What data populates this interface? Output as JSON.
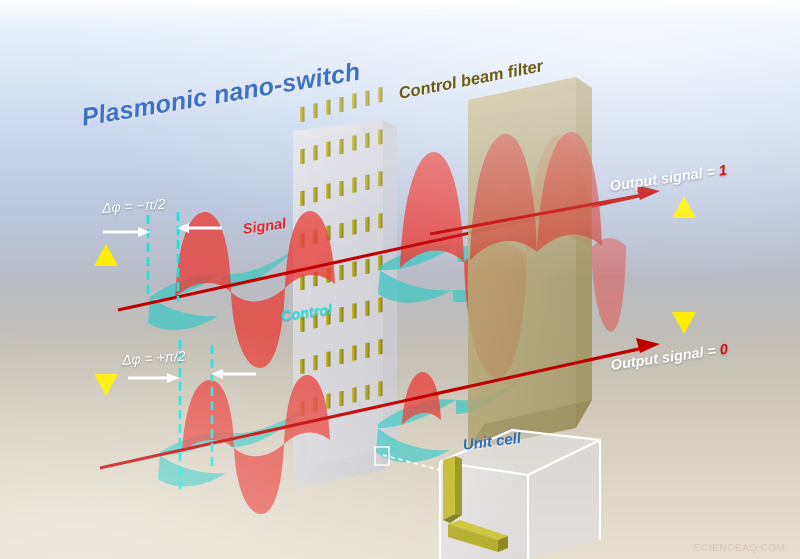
{
  "figure": {
    "title": "Plasmonic nano-switch",
    "watermark": "SCIENCEAQ.COM",
    "title_color": "#3f72c0",
    "background_top_color": "#ccd9f0",
    "background_bottom_color": "#e4ddcd"
  },
  "labels": {
    "filter": "Control beam filter",
    "signal": "Signal",
    "control": "Control",
    "unit_cell": "Unit cell",
    "phase_top": "Δφ = −π/2",
    "phase_bottom": "Δφ = +π/2",
    "output_prefix": "Output signal = ",
    "output_top_value": "1",
    "output_bottom_value": "0"
  },
  "colors": {
    "signal_beam": "#e8413c",
    "control_beam": "#3fc8c4",
    "beam_axis": "#c00000",
    "polarization_arrow": "#ffee00",
    "nanorod": "#a8a021",
    "metasurface_slab": "#d8d8dd",
    "filter_slab": "#b7ab79",
    "phase_marker": "#19e5e0",
    "signal_label": "#e0262c",
    "control_label": "#29e0df",
    "filter_label": "#6b5a14",
    "unit_cell_label": "#2f6fbe",
    "output_value": "#d81212"
  },
  "chart_data": {
    "type": "diagram",
    "description": "Schematic of a plasmonic metasurface nano-switch: two red signal beams and cyan control beams pass through a nanorod metasurface, then a control-beam filter, yielding binary optical outputs.",
    "beams": [
      {
        "id": "upper-beam",
        "phase_shift": "Δφ = −π/2",
        "interference": "constructive",
        "output_value": "1",
        "signal_present_after_filter": true,
        "control_present_after_filter": false
      },
      {
        "id": "lower-beam",
        "phase_shift": "Δφ = +π/2",
        "interference": "destructive",
        "output_value": "0",
        "signal_present_after_filter": false,
        "control_present_after_filter": false
      }
    ],
    "elements": [
      {
        "name": "metasurface",
        "kind": "nanorod array slab",
        "rod_rows": 8,
        "rod_cols": 7
      },
      {
        "name": "control beam filter",
        "kind": "absorbing slab"
      },
      {
        "name": "unit cell",
        "kind": "inset cube",
        "nanorods": 2,
        "orientations": [
          "vertical",
          "horizontal"
        ]
      }
    ],
    "polarization_arrows": 2
  }
}
